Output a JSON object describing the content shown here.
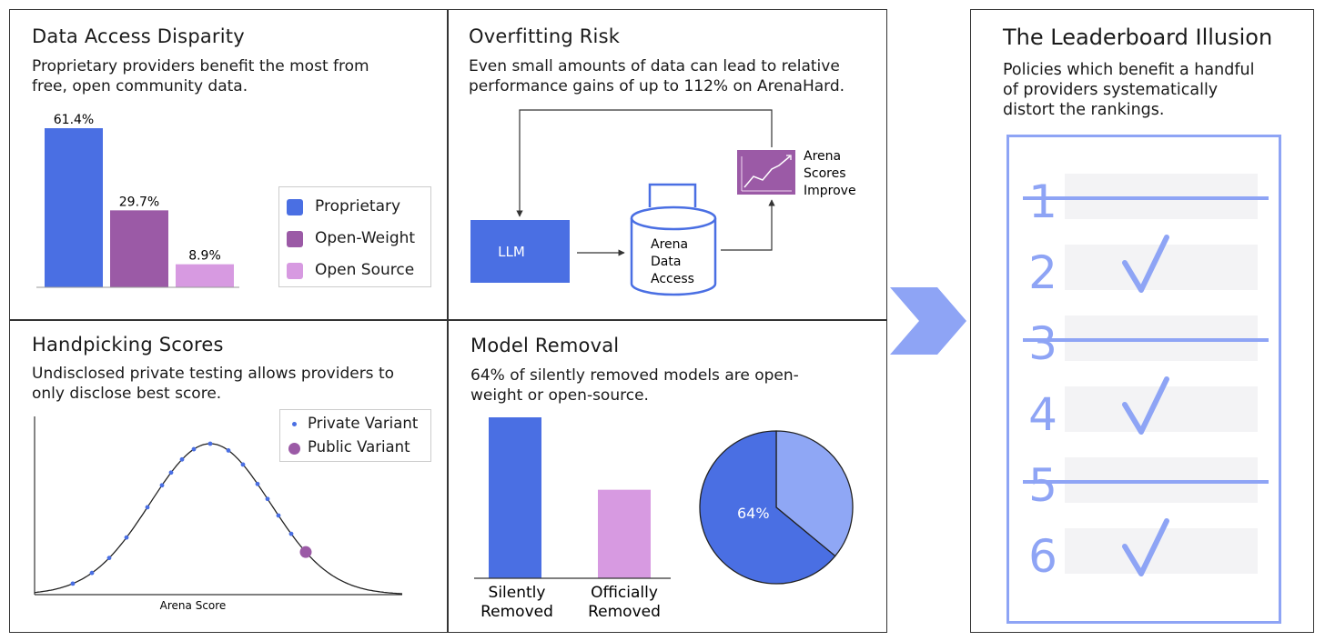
{
  "panels": {
    "data_access": {
      "title": "Data Access Disparity",
      "desc_line1": "Proprietary providers benefit the most from",
      "desc_line2": "free, open community data."
    },
    "overfitting": {
      "title": "Overfitting Risk",
      "desc_line1": "Even small amounts of data can lead to relative",
      "desc_line2": "performance gains of up to 112% on ArenaHard.",
      "llm_label": "LLM",
      "db_line1": "Arena",
      "db_line2": "Data",
      "db_line3": "Access",
      "scores_line1": "Arena",
      "scores_line2": "Scores",
      "scores_line3": "Improve"
    },
    "handpicking": {
      "title": "Handpicking Scores",
      "desc_line1": "Undisclosed private testing allows providers to",
      "desc_line2": "only disclose best score.",
      "legend_private": "Private Variant",
      "legend_public": "Public Variant",
      "x_label": "Arena Score"
    },
    "removal": {
      "title": "Model Removal",
      "desc_line1": "64% of silently removed models are open-",
      "desc_line2": "weight or open-source.",
      "cat1_line1": "Silently",
      "cat1_line2": "Removed",
      "cat2_line1": "Officially",
      "cat2_line2": "Removed",
      "pie_label": "64%"
    },
    "leaderboard": {
      "title": "The Leaderboard Illusion",
      "desc_line1": "Policies which benefit a handful",
      "desc_line2": "of providers systematically",
      "desc_line3": "distort the rankings.",
      "rows": [
        {
          "rank": "1",
          "status": "struck"
        },
        {
          "rank": "2",
          "status": "checked"
        },
        {
          "rank": "3",
          "status": "struck"
        },
        {
          "rank": "4",
          "status": "checked"
        },
        {
          "rank": "5",
          "status": "struck"
        },
        {
          "rank": "6",
          "status": "checked"
        }
      ]
    }
  },
  "colors": {
    "proprietary": "#4a6fe3",
    "open_weight": "#9b5aa6",
    "open_source": "#d79ae1",
    "diagram_blue": "#4a6fe3",
    "chevron": "#8ea4f5",
    "leaderboard_blue": "#8ea4f5",
    "pie_light": "#8fa7f5"
  },
  "chart_data": [
    {
      "type": "bar",
      "categories": [
        "Proprietary",
        "Open-Weight",
        "Open Source"
      ],
      "values": [
        61.4,
        29.7,
        8.9
      ],
      "value_labels": [
        "61.4%",
        "29.7%",
        "8.9%"
      ],
      "legend": [
        "Proprietary",
        "Open-Weight",
        "Open Source"
      ],
      "legend_placement": "right"
    },
    {
      "type": "scatter",
      "xlabel": "Arena Score",
      "series": [
        {
          "name": "Private Variant"
        },
        {
          "name": "Public Variant"
        }
      ],
      "legend_placement": "top-right"
    },
    {
      "type": "bar",
      "categories": [
        "Silently Removed",
        "Officially Removed"
      ],
      "values": [
        1.0,
        0.55
      ]
    },
    {
      "type": "pie",
      "values": [
        64,
        36
      ],
      "labels": [
        "64%",
        ""
      ]
    }
  ]
}
